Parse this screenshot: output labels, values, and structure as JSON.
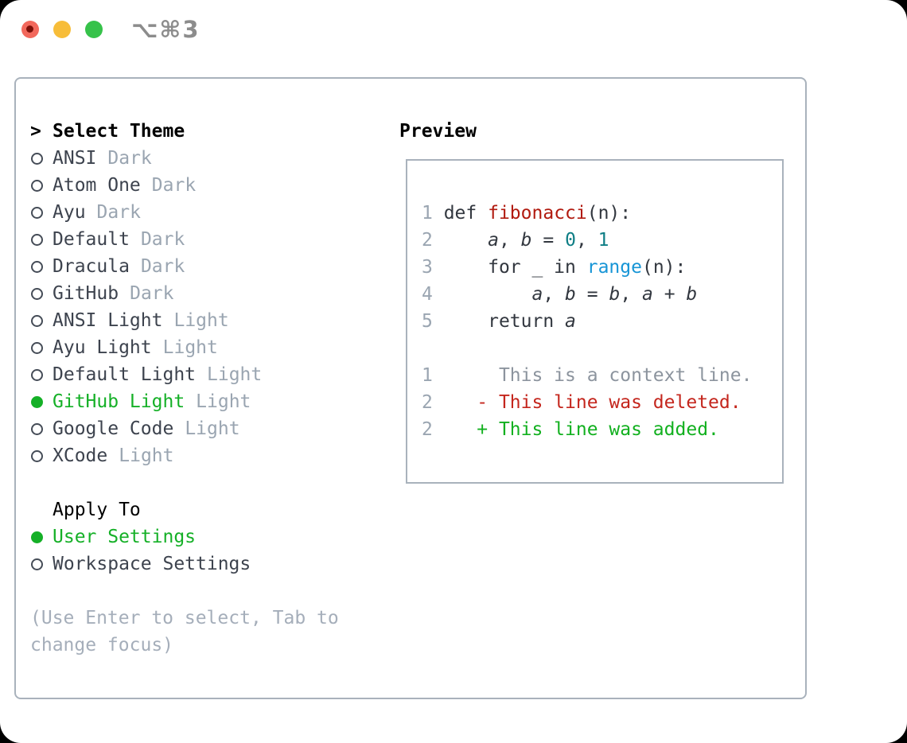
{
  "window": {
    "title": "⌥⌘3"
  },
  "colors": {
    "accent_green": "#15b027",
    "diff_added_green": "#12b01f",
    "diff_deleted_red": "#c4261d",
    "syntax_function_red": "#b11a0f",
    "syntax_number_teal": "#0e7e85",
    "syntax_call_blue": "#1795d6",
    "muted_gray": "#9aa5b1",
    "hint_gray": "#a5aeba",
    "panel_border": "#a9b2bc",
    "traffic_red": "#f2685c",
    "traffic_yellow": "#f7bd39",
    "traffic_green": "#36c24a"
  },
  "theme_picker": {
    "header": {
      "marker": ">",
      "label": "Select Theme"
    },
    "items": [
      {
        "name": "ANSI",
        "variant": "Dark",
        "selected": false
      },
      {
        "name": "Atom One",
        "variant": "Dark",
        "selected": false
      },
      {
        "name": "Ayu",
        "variant": "Dark",
        "selected": false
      },
      {
        "name": "Default",
        "variant": "Dark",
        "selected": false
      },
      {
        "name": "Dracula",
        "variant": "Dark",
        "selected": false
      },
      {
        "name": "GitHub",
        "variant": "Dark",
        "selected": false
      },
      {
        "name": "ANSI Light",
        "variant": "Light",
        "selected": false
      },
      {
        "name": "Ayu Light",
        "variant": "Light",
        "selected": false
      },
      {
        "name": "Default Light",
        "variant": "Light",
        "selected": false
      },
      {
        "name": "GitHub Light",
        "variant": "Light",
        "selected": true
      },
      {
        "name": "Google Code",
        "variant": "Light",
        "selected": false
      },
      {
        "name": "XCode",
        "variant": "Light",
        "selected": false
      }
    ],
    "apply_to": {
      "label": "Apply To",
      "options": [
        {
          "name": "User Settings",
          "selected": true
        },
        {
          "name": "Workspace Settings",
          "selected": false
        }
      ]
    },
    "hint_lines": [
      "(Use Enter to select, Tab to",
      "change focus)"
    ]
  },
  "preview": {
    "label": "Preview",
    "code_lines": [
      {
        "num": "1",
        "tokens": [
          {
            "c": "plain",
            "t": " def "
          },
          {
            "c": "func",
            "t": "fibonacci"
          },
          {
            "c": "plain",
            "t": "(n):"
          }
        ]
      },
      {
        "num": "2",
        "tokens": [
          {
            "c": "plain",
            "t": "     "
          },
          {
            "c": "var",
            "t": "a"
          },
          {
            "c": "plain",
            "t": ", "
          },
          {
            "c": "var",
            "t": "b"
          },
          {
            "c": "plain",
            "t": " = "
          },
          {
            "c": "num",
            "t": "0"
          },
          {
            "c": "plain",
            "t": ", "
          },
          {
            "c": "num",
            "t": "1"
          }
        ]
      },
      {
        "num": "3",
        "tokens": [
          {
            "c": "plain",
            "t": "     for _ in "
          },
          {
            "c": "call",
            "t": "range"
          },
          {
            "c": "plain",
            "t": "(n):"
          }
        ]
      },
      {
        "num": "4",
        "tokens": [
          {
            "c": "plain",
            "t": "         "
          },
          {
            "c": "var",
            "t": "a"
          },
          {
            "c": "plain",
            "t": ", "
          },
          {
            "c": "var",
            "t": "b"
          },
          {
            "c": "plain",
            "t": " = "
          },
          {
            "c": "var",
            "t": "b"
          },
          {
            "c": "plain",
            "t": ", "
          },
          {
            "c": "var",
            "t": "a"
          },
          {
            "c": "plain",
            "t": " + "
          },
          {
            "c": "var",
            "t": "b"
          }
        ]
      },
      {
        "num": "5",
        "tokens": [
          {
            "c": "plain",
            "t": "     return "
          },
          {
            "c": "var",
            "t": "a"
          }
        ]
      }
    ],
    "diff_lines": [
      {
        "num": "1",
        "cls": "ctx",
        "text": "      This is a context line."
      },
      {
        "num": "2",
        "cls": "del",
        "text": "    - This line was deleted."
      },
      {
        "num": "2",
        "cls": "add",
        "text": "    + This line was added."
      }
    ]
  }
}
